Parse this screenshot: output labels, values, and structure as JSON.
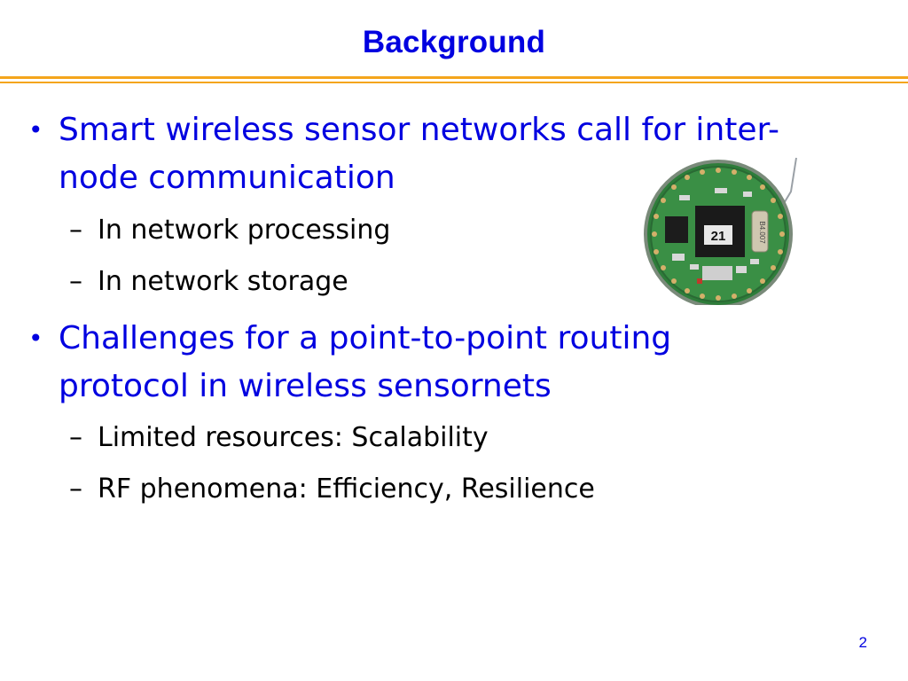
{
  "slide": {
    "title": "Background",
    "page_number": "2",
    "bullets": [
      {
        "text_line1": "Smart wireless sensor networks call for inter-",
        "text_line2": "node communication",
        "subitems": [
          "In network processing",
          "In network storage"
        ]
      },
      {
        "text_line1": "Challenges for a point-to-point routing",
        "text_line2": "protocol in wireless sensornets",
        "subitems": [
          "Limited resources: Scalability",
          "RF phenomena: Efficiency, Resilience"
        ]
      }
    ],
    "bullet_glyph": "•",
    "sub_glyph": "–",
    "photo": {
      "chip_label": "21",
      "component_label": "B4.007"
    }
  },
  "colors": {
    "title": "#0000e0",
    "accent_rule": "#f4a51c",
    "bullet_text": "#0000e0",
    "sub_text": "#000000",
    "board_green": "#2f7a3a"
  }
}
